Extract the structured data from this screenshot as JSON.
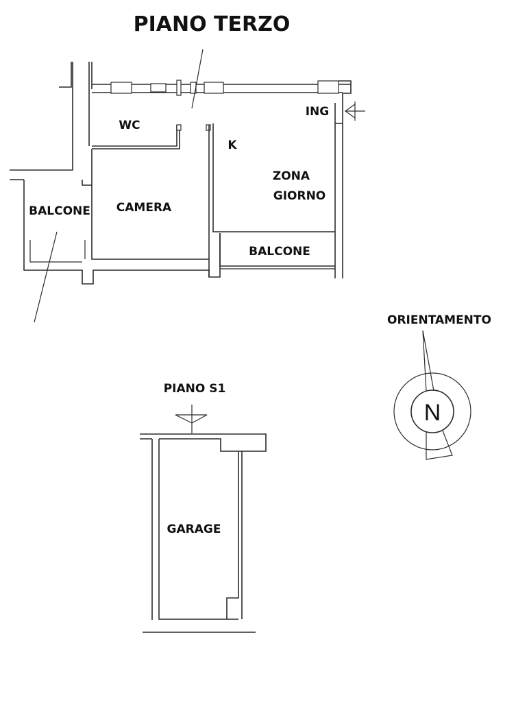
{
  "floors": {
    "upper": {
      "title": "PIANO TERZO",
      "rooms": {
        "wc": "WC",
        "kitchen": "K",
        "entrance": "ING",
        "living_line1": "ZONA",
        "living_line2": "GIORNO",
        "bedroom": "CAMERA",
        "balcony_west": "BALCONE",
        "balcony_south": "BALCONE"
      }
    },
    "basement": {
      "title": "PIANO S1",
      "rooms": {
        "garage": "GARAGE"
      }
    }
  },
  "compass": {
    "title": "ORIENTAMENTO",
    "north_letter": "N"
  },
  "colors": {
    "ink": "#2b2b2b",
    "text": "#111111",
    "background": "#ffffff"
  }
}
